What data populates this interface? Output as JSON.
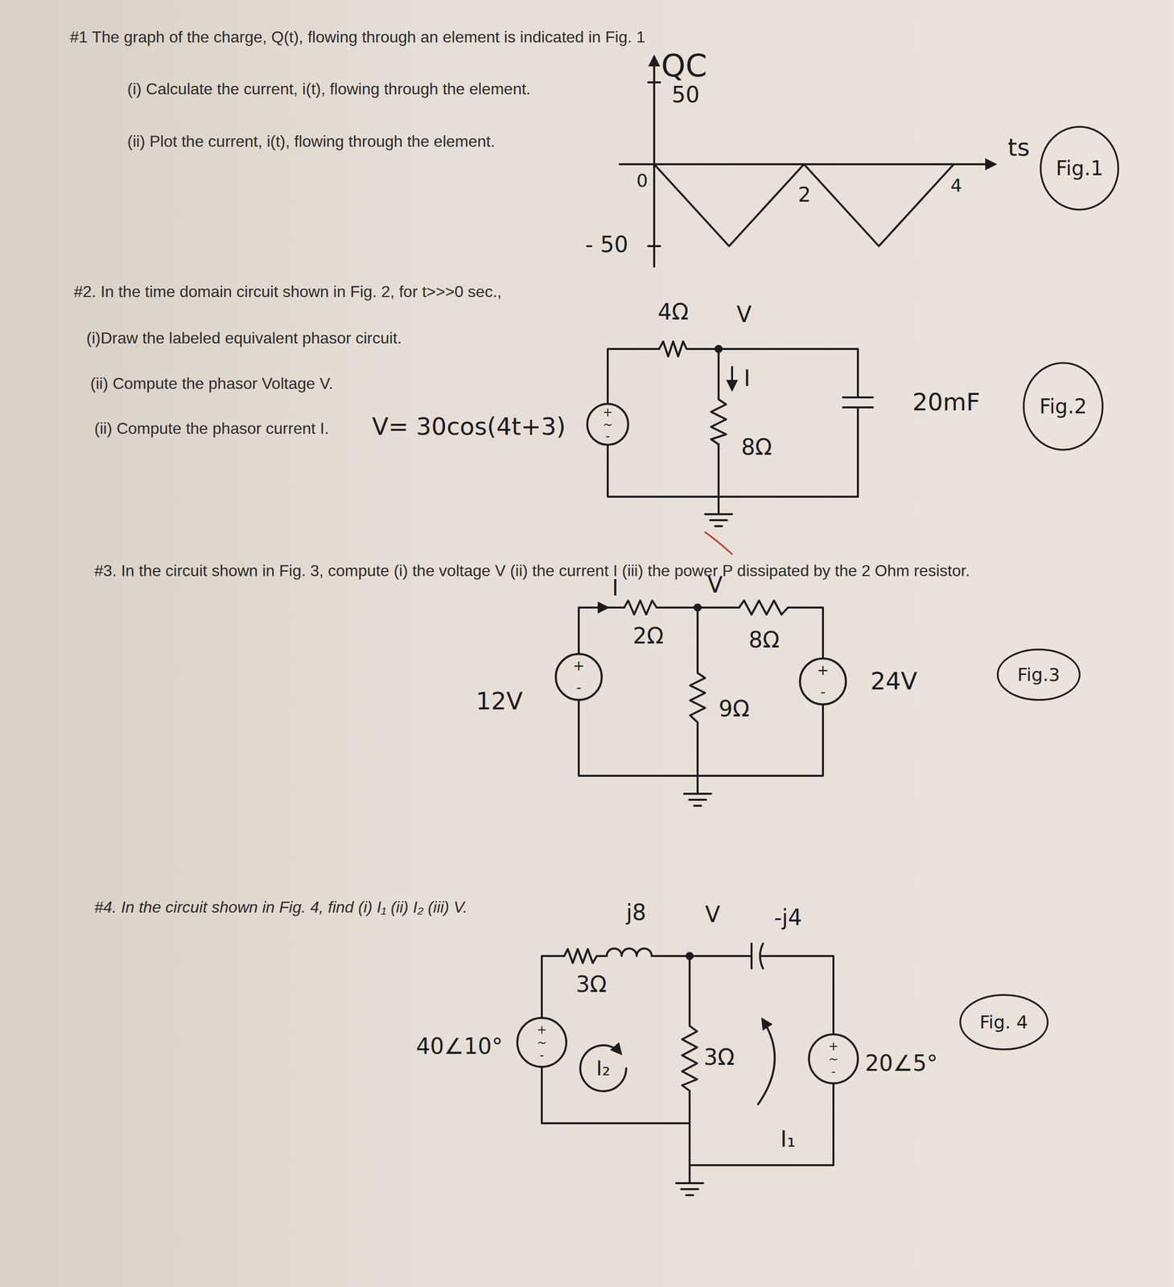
{
  "diagram": {
    "nodes": [
      {
        "text": [
          "Fig.1"
        ]
      },
      {
        "text": [
          "Fig.2"
        ]
      },
      {
        "text": [
          "Fig.3"
        ]
      },
      {
        "text": [
          "Fig. 4"
        ]
      }
    ],
    "labels": [
      "#1 The graph of the charge, Q(t), flowing through an element is indicated in Fig. 1",
      "(i) Calculate the current, i(t), flowing through the element.",
      "(ii) Plot the current, i(t), flowing through the element.",
      "QC",
      "50",
      "0",
      "2",
      "4",
      "ts",
      "- 50",
      "#2. In the time domain circuit shown in Fig. 2, for t>>>0 sec.,",
      "(i)Draw the labeled equivalent phasor circuit.",
      "(ii) Compute the phasor Voltage V.",
      "(ii) Compute the phasor current I.",
      "V= 30cos(4t+3)",
      "+",
      "~",
      "-",
      "4Ω",
      "V",
      "I",
      "8Ω",
      "20mF",
      "#3. In the circuit shown in Fig. 3, compute (i) the voltage V (ii) the current I (iii) the power P dissipated by the 2 Ohm resistor.",
      "I",
      "V",
      "2Ω",
      "8Ω",
      "+",
      "-",
      "12V",
      "9Ω",
      "+",
      "-",
      "24V",
      "#4. In the circuit shown in Fig. 4, find (i) I₁ (ii) I₂ (iii) V.",
      "j8",
      "V",
      "-j4",
      "3Ω",
      "40∠10°",
      "+",
      "~",
      "-",
      "I₂",
      "3Ω",
      "+",
      "~",
      "-",
      "I₁",
      "20∠5°"
    ]
  }
}
